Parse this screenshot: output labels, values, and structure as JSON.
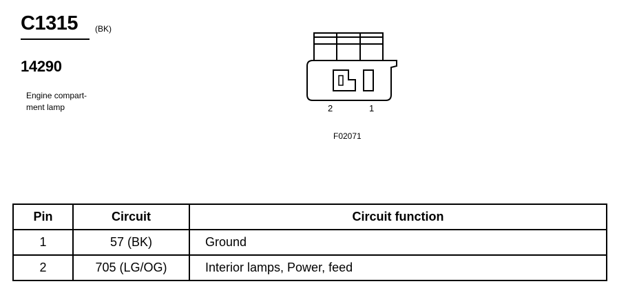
{
  "connector": {
    "id": "C1315",
    "color": "(BK)",
    "part_number": "14290",
    "description_lines": [
      "Engine compart-",
      "ment lamp"
    ]
  },
  "diagram": {
    "pin_labels": [
      "2",
      "1"
    ],
    "figure_ref": "F02071"
  },
  "table": {
    "headers": [
      "Pin",
      "Circuit",
      "Circuit function"
    ],
    "rows": [
      {
        "pin": "1",
        "circuit": "57 (BK)",
        "function": "Ground"
      },
      {
        "pin": "2",
        "circuit": "705 (LG/OG)",
        "function": "Interior lamps, Power, feed"
      }
    ]
  }
}
